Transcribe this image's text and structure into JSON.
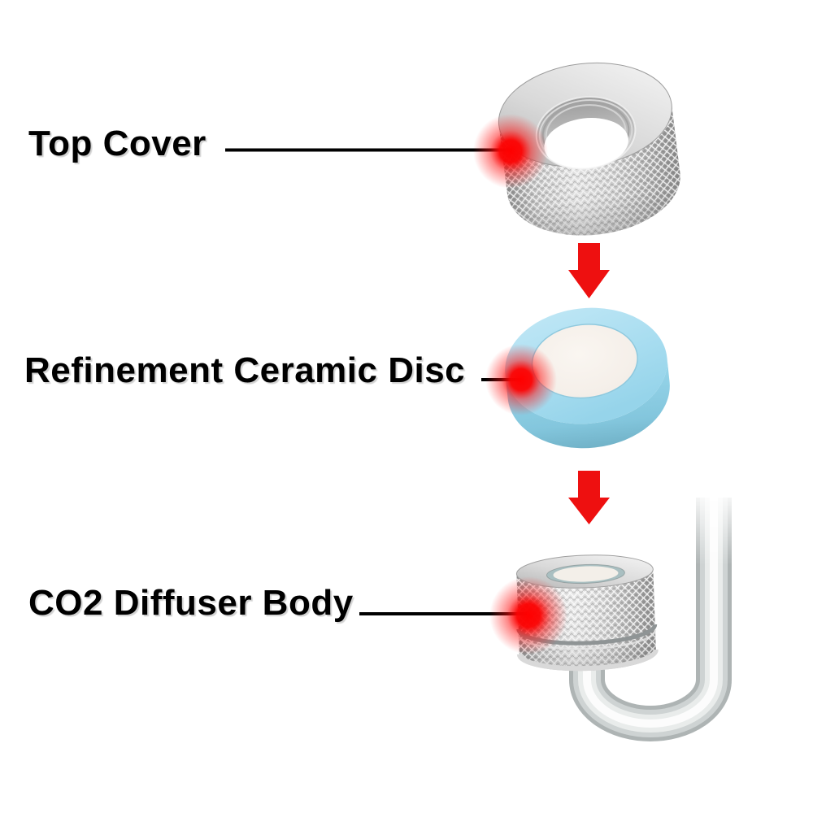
{
  "diagram": {
    "type": "exploded-parts-callout",
    "background_color": "#ffffff",
    "parts": [
      {
        "id": "top-cover",
        "label": "Top Cover"
      },
      {
        "id": "refinement-ceramic-disc",
        "label": "Refinement Ceramic Disc"
      },
      {
        "id": "co2-diffuser-body",
        "label": "CO2 Diffuser Body"
      }
    ],
    "connectors": {
      "assembly_arrows": [
        {
          "between": [
            "top-cover",
            "refinement-ceramic-disc"
          ],
          "direction": "down"
        },
        {
          "between": [
            "refinement-ceramic-disc",
            "co2-diffuser-body"
          ],
          "direction": "down"
        }
      ],
      "arrow_color": "#ee1010",
      "pointer_line_color": "#000000",
      "pointer_marker": "red-glow-dot",
      "pointer_marker_color": "#ff0000"
    },
    "part_colors": {
      "metal_silver": "#c9c9c9",
      "disc_blue": "#a8ddf0",
      "ceramic_white": "#f5efe9",
      "label_text": "#000000"
    }
  }
}
